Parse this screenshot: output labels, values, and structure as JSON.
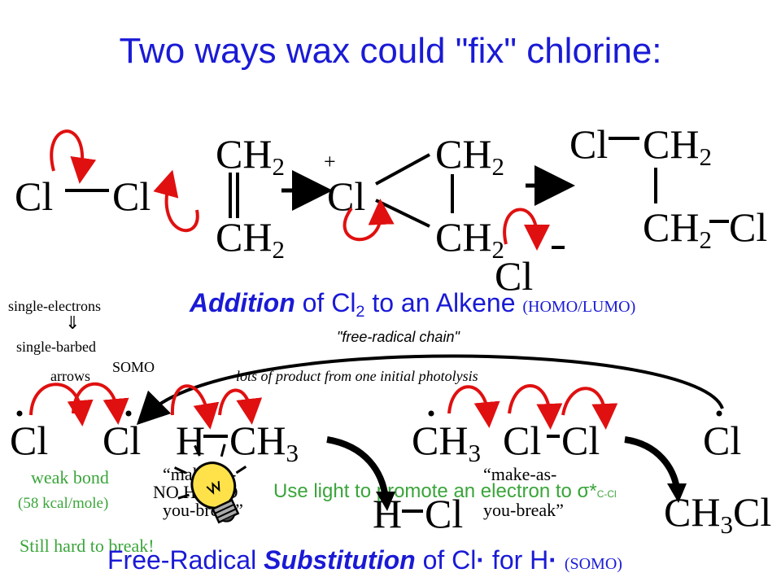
{
  "title": "Two ways wax could \"fix\" chlorine:",
  "top_reaction": {
    "cl_left": "Cl",
    "cl_right": "Cl",
    "ch2_top": "CH",
    "ch2_bottom": "CH",
    "sub2": "2",
    "plus": "+",
    "cl_bridged": "Cl",
    "ch2_b_top": "CH",
    "ch2_b_bottom": "CH",
    "cl_anion": "Cl",
    "product_cl": "Cl",
    "product_ch2_top": "CH",
    "product_ch2_bottom": "CH",
    "product_cl_bottom": "Cl",
    "caption_bold": "Addition",
    "caption_mid": " of Cl",
    "caption_sub": "2",
    "caption_end": " to an Alkene",
    "caption_small": "(HOMO/LUMO)"
  },
  "notes": {
    "single_electrons": "single-electrons",
    "arrow_down": "⇓",
    "single_barbed": "single-barbed",
    "arrows": "arrows",
    "somo": "SOMO",
    "free_radical_chain": "\"free-radical chain\"",
    "lots_of_product": "lots of product from one initial photolysis"
  },
  "bottom_reaction": {
    "cl1": "Cl",
    "cl2": "Cl",
    "h": "H",
    "ch3": "CH",
    "sub3": "3",
    "weak_bond": "weak bond",
    "kcal": "(58 kcal/mole)",
    "still_hard": "Still hard to break!",
    "make_as_1": "“make-as-",
    "make_as_1_hidden": "NO HOMO",
    "you_break_1": "you-break”",
    "product_h": "H",
    "product_cl": "Cl",
    "ch3_mid": "CH",
    "cl_mid_a": "Cl",
    "cl_mid_b": "Cl",
    "make_as_2": "“make-as-",
    "you_break_2": "you-break”",
    "light_note": "Use light to promote an electron to σ*",
    "light_sub": "C-Cl",
    "cl_right": "Cl",
    "ch3cl_ch": "CH",
    "ch3cl_cl": "Cl",
    "caption_1": "Free-Radical ",
    "caption_bold": "Substitution",
    "caption_2": " of Cl",
    "caption_3": " for H",
    "caption_small": "(SOMO)"
  },
  "colors": {
    "title_blue": "#1a1ad6",
    "arrow_red": "#e01010",
    "note_green": "#3aa53a",
    "bulb_yellow": "#ffe24a"
  }
}
